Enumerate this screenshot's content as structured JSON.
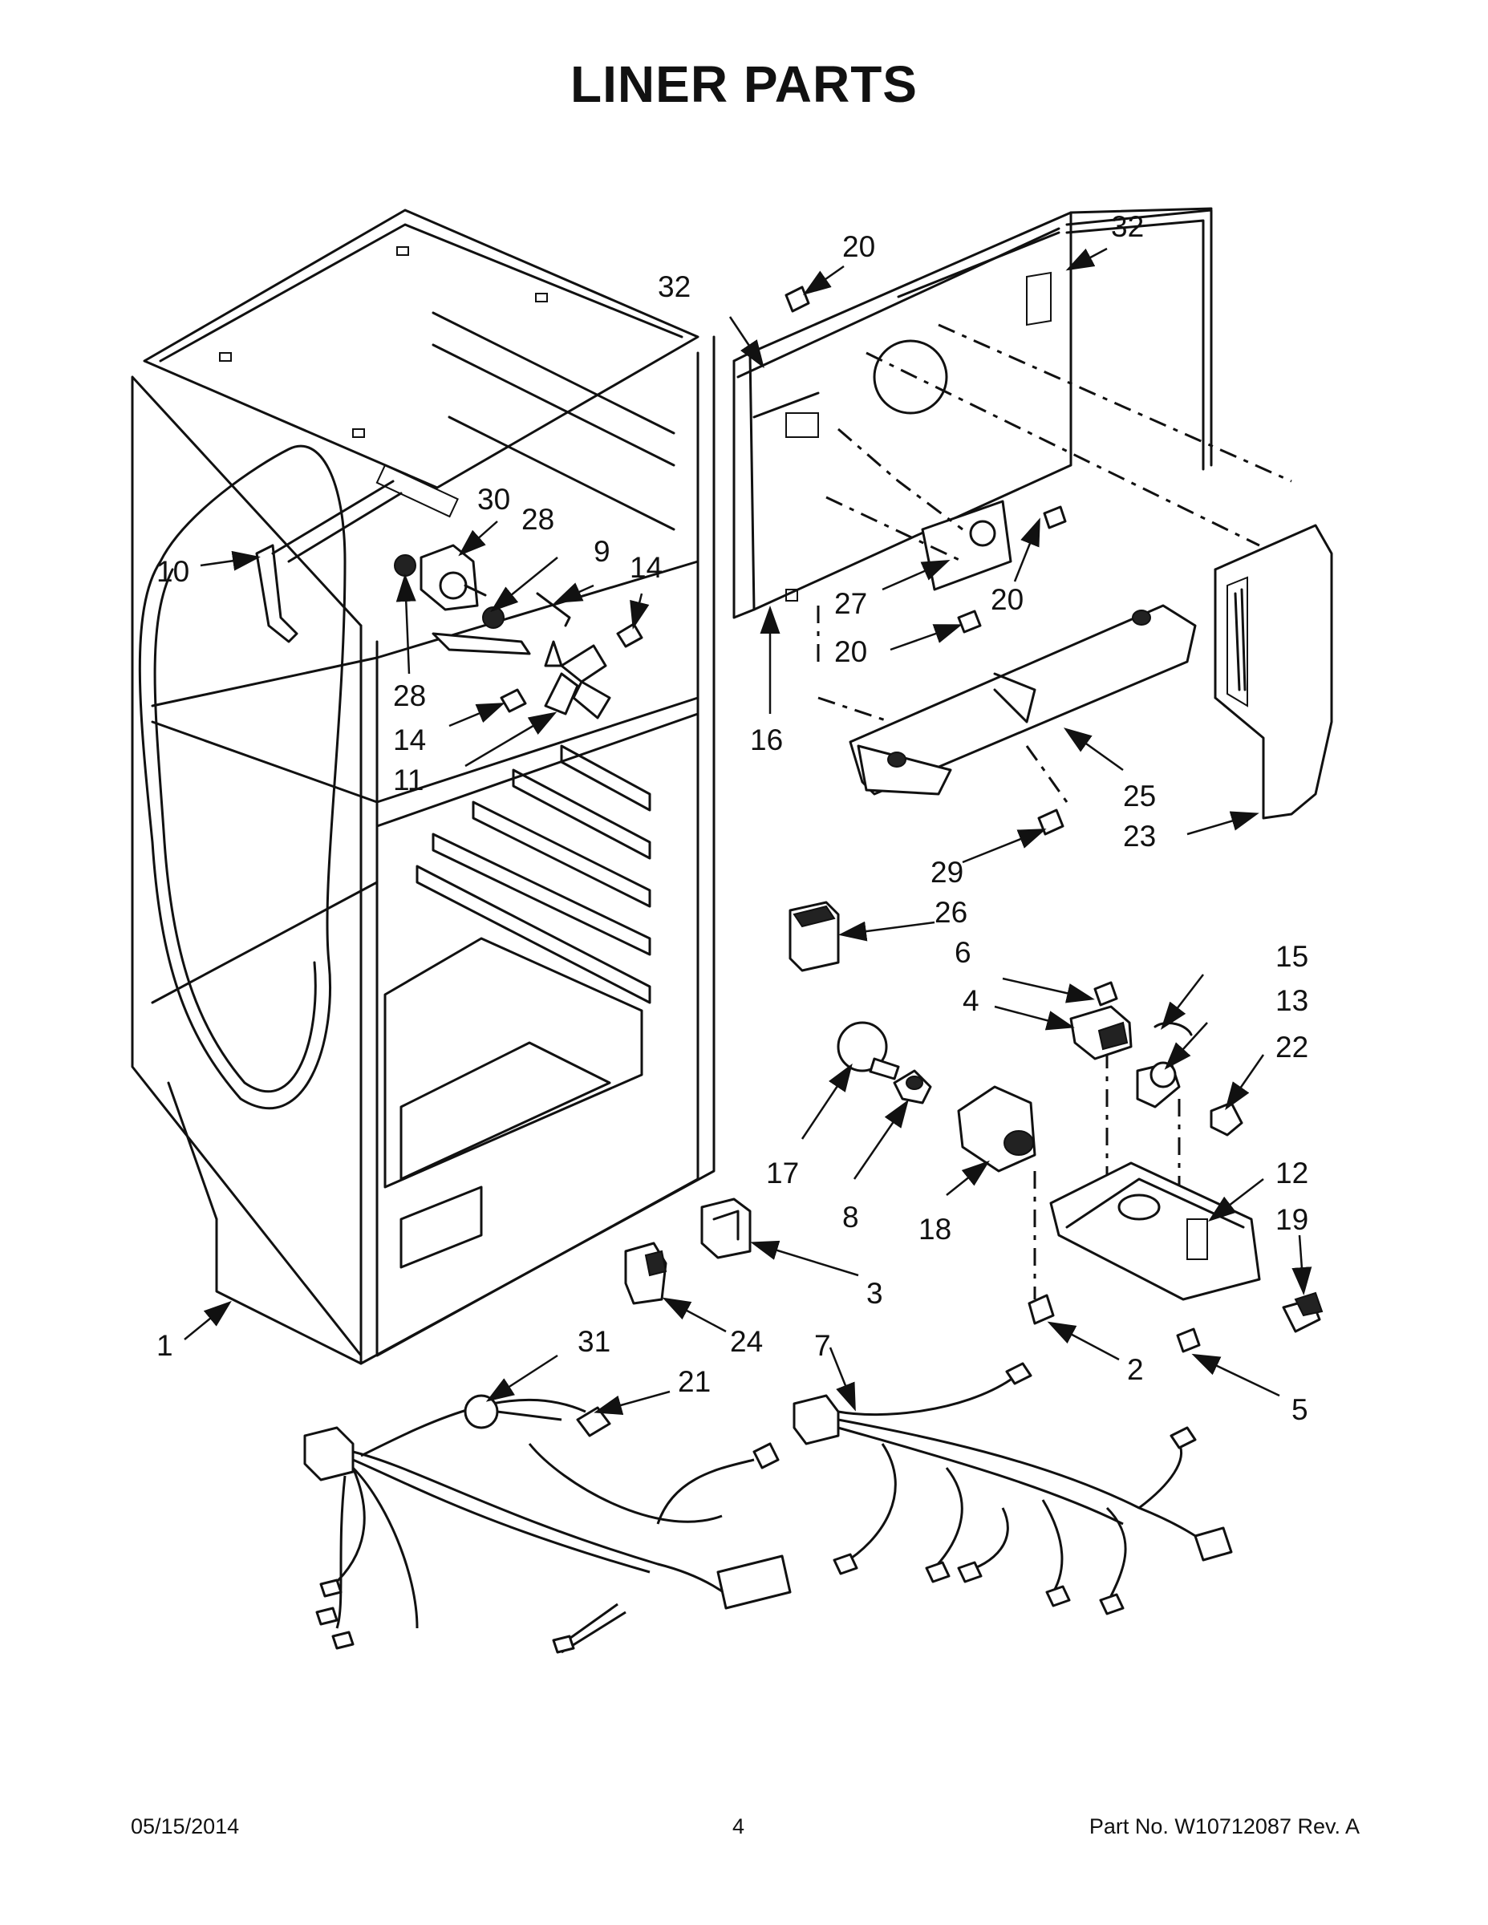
{
  "title": "LINER PARTS",
  "callouts": [
    {
      "id": "c32a",
      "label": "32"
    },
    {
      "id": "c20a",
      "label": "20"
    },
    {
      "id": "c32b",
      "label": "32"
    },
    {
      "id": "c30",
      "label": "30"
    },
    {
      "id": "c28a",
      "label": "28"
    },
    {
      "id": "c9",
      "label": "9"
    },
    {
      "id": "c14a",
      "label": "14"
    },
    {
      "id": "c10",
      "label": "10"
    },
    {
      "id": "c28b",
      "label": "28"
    },
    {
      "id": "c14b",
      "label": "14"
    },
    {
      "id": "c11",
      "label": "11"
    },
    {
      "id": "c27",
      "label": "27"
    },
    {
      "id": "c20b",
      "label": "20"
    },
    {
      "id": "c20c",
      "label": "20"
    },
    {
      "id": "c16",
      "label": "16"
    },
    {
      "id": "c25",
      "label": "25"
    },
    {
      "id": "c23",
      "label": "23"
    },
    {
      "id": "c29",
      "label": "29"
    },
    {
      "id": "c26",
      "label": "26"
    },
    {
      "id": "c6",
      "label": "6"
    },
    {
      "id": "c15",
      "label": "15"
    },
    {
      "id": "c4",
      "label": "4"
    },
    {
      "id": "c13",
      "label": "13"
    },
    {
      "id": "c22",
      "label": "22"
    },
    {
      "id": "c17",
      "label": "17"
    },
    {
      "id": "c8",
      "label": "8"
    },
    {
      "id": "c18",
      "label": "18"
    },
    {
      "id": "c12",
      "label": "12"
    },
    {
      "id": "c19",
      "label": "19"
    },
    {
      "id": "c3",
      "label": "3"
    },
    {
      "id": "c24",
      "label": "24"
    },
    {
      "id": "c1",
      "label": "1"
    },
    {
      "id": "c7",
      "label": "7"
    },
    {
      "id": "c31",
      "label": "31"
    },
    {
      "id": "c21",
      "label": "21"
    },
    {
      "id": "c2",
      "label": "2"
    },
    {
      "id": "c5",
      "label": "5"
    }
  ],
  "footer": {
    "date": "05/15/2014",
    "page": "4",
    "part_number": "Part No.  W10712087  Rev.  A"
  }
}
